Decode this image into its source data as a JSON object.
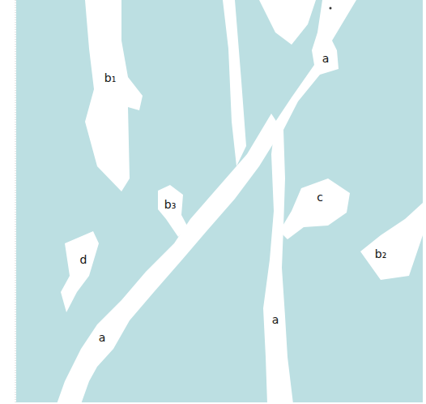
{
  "diagram": {
    "labels": [
      "a",
      "b₁",
      "c",
      "b₃",
      "b₂",
      "d",
      "a",
      "a"
    ]
  }
}
